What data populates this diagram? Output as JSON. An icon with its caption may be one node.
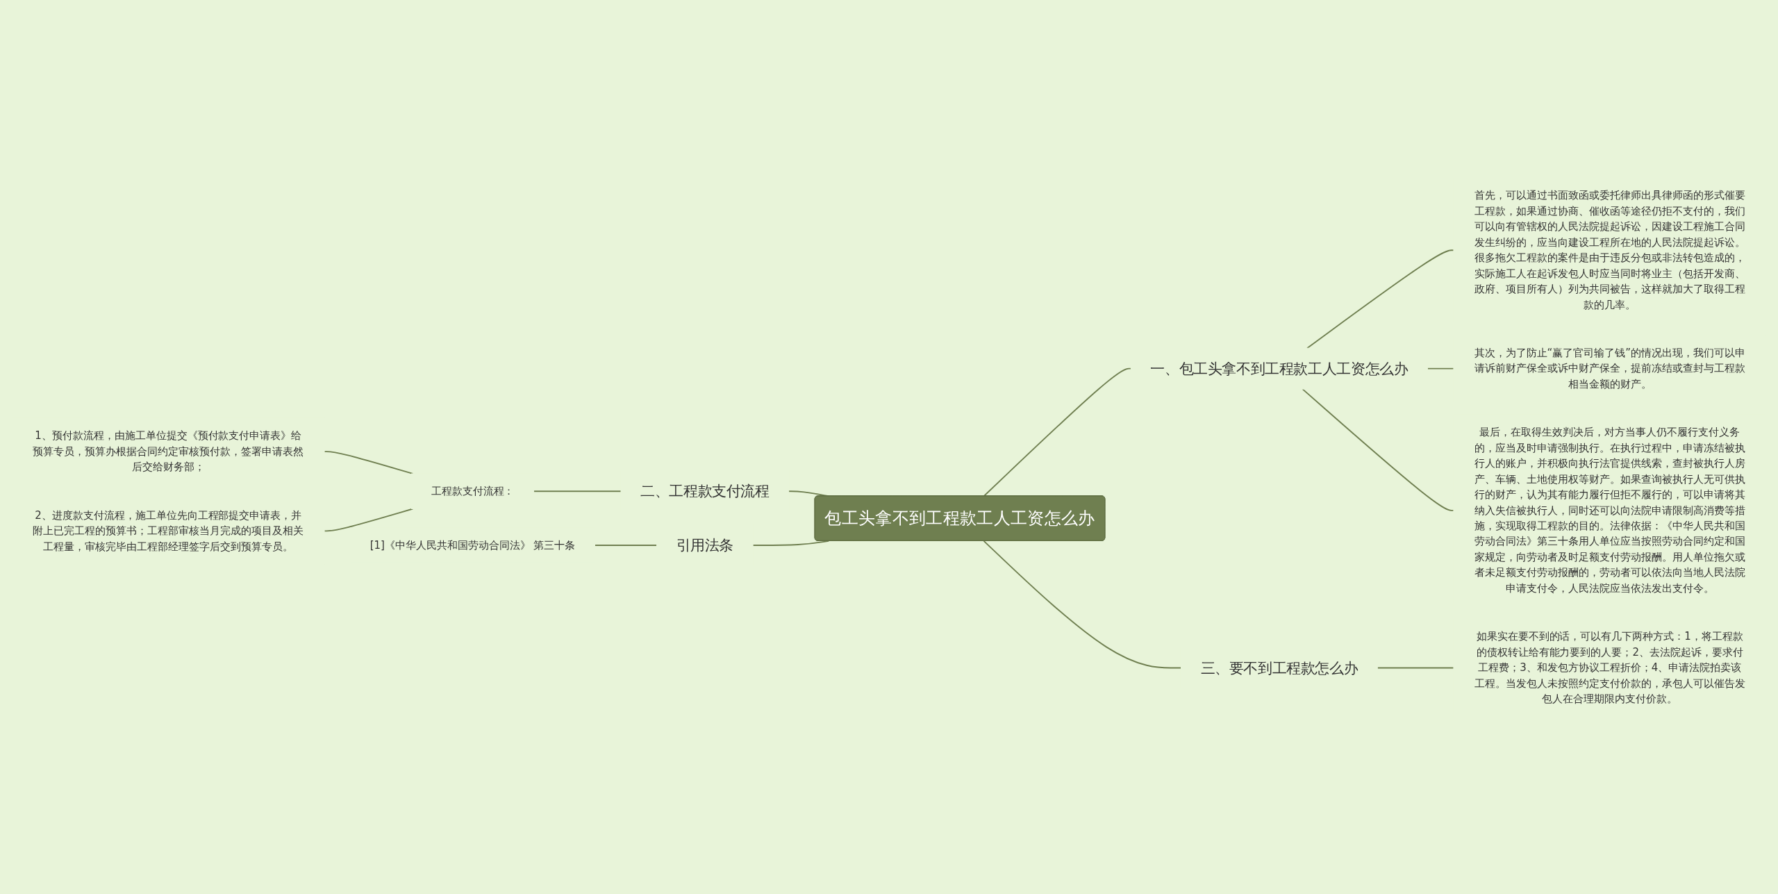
{
  "diagram": {
    "nodes": [
      {
        "text": [
          "包工头拿不到工程款工人工资怎么办"
        ]
      },
      {
        "text": [
          "一、包工头拿不到工程款工人工资怎么办"
        ]
      },
      {
        "text": [
          "首先，可以通过书面致函或委托律师出具律师函的形式催要工程款，如果通过协商、催收函等途径仍拒不支付的，我们可以向有管辖权的人民法院提起诉讼，因建设工程施工合同发生纠纷的，应当向建设工程所在地的人民法院提起诉讼。很多拖欠工程款的案件是由于违反分包或非法转包造成的，实际施工人在起诉发包人时应当同时将业主（包括开发商、政府、项目所有人）列为共同被告，这样就加大了取得工程款的几率。"
        ]
      },
      {
        "text": [
          "其次，为了防止“赢了官司输了钱”的情况出现，我们可以申请诉前财产保全或诉中财产保全，提前冻结或查封与工程款相当金额的财产。"
        ]
      },
      {
        "text": [
          "最后，在取得生效判决后，对方当事人仍不履行支付义务的，应当及时申请强制执行。在执行过程中，申请冻结被执行人的账户，并积极向执行法官提供线索，查封被执行人房产、车辆、土地使用权等财产。如果查询被执行人无可供执行的财产，认为其有能力履行但拒不履行的，可以申请将其纳入失信被执行人，同时还可以向法院申请限制高消费等措施，实现取得工程款的目的。法律依据：《中华人民共和国劳动合同法》第三十条用人单位应当按照劳动合同约定和国家规定，向劳动者及时足额支付劳动报酬。用人单位拖欠或者未足额支付劳动报酬的，劳动者可以依法向当地人民法院申请支付令，人民法院应当依法发出支付令。"
        ]
      },
      {
        "text": [
          "三、要不到工程款怎么办"
        ]
      },
      {
        "text": [
          "如果实在要不到的话，可以有几下两种方式：1，将工程款的债权转让给有能力要到的人要；2、去法院起诉，要求付工程费；3、和发包方协议工程折价；4、申请法院拍卖该工程。当发包人未按照约定支付价款的，承包人可以催告发包人在合理期限内支付价款。"
        ]
      },
      {
        "text": [
          "二、工程款支付流程"
        ]
      },
      {
        "text": [
          "工程款支付流程："
        ]
      },
      {
        "text": [
          "1、预付款流程，由施工单位提交《预付款支付申请表》给预算专员，预算办根据合同约定审核预付款，签署申请表然后交给财务部；"
        ]
      },
      {
        "text": [
          "2、进度款支付流程，施工单位先向工程部提交申请表，并附上已完工程的预算书；工程部审核当月完成的项目及相关工程量，审核完毕由工程部经理签字后交到预算专员。"
        ]
      },
      {
        "text": [
          "引用法条"
        ]
      },
      {
        "text": [
          "[1]《中华人民共和国劳动合同法》 第三十条"
        ]
      }
    ],
    "edges": [
      {
        "from": 0,
        "to": 1,
        "arrow": "none"
      },
      {
        "from": 1,
        "to": 2,
        "arrow": "none"
      },
      {
        "from": 1,
        "to": 3,
        "arrow": "none"
      },
      {
        "from": 1,
        "to": 4,
        "arrow": "none"
      },
      {
        "from": 0,
        "to": 5,
        "arrow": "none"
      },
      {
        "from": 5,
        "to": 6,
        "arrow": "none"
      },
      {
        "from": 7,
        "to": 0,
        "arrow": "none"
      },
      {
        "from": 8,
        "to": 7,
        "arrow": "none"
      },
      {
        "from": 9,
        "to": 8,
        "arrow": "none"
      },
      {
        "from": 10,
        "to": 8,
        "arrow": "none"
      },
      {
        "from": 11,
        "to": 0,
        "arrow": "none"
      },
      {
        "from": 12,
        "to": 11,
        "arrow": "none"
      }
    ]
  }
}
